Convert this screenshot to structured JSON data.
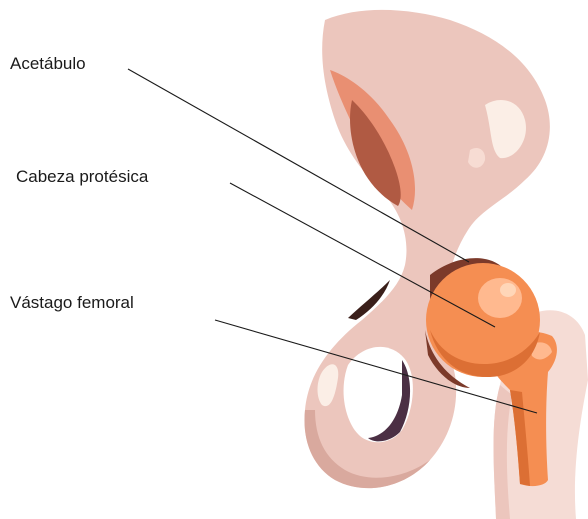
{
  "labels": {
    "acetabulum": "Acetábulo",
    "prosthetic_head": "Cabeza protésica",
    "femoral_stem": "Vástago femoral"
  },
  "colors": {
    "bone": "#ecc6bd",
    "bone_shadow": "#d9a99e",
    "bone_highlight": "#fbeee6",
    "iliac_cavity": "#b05a43",
    "iliac_cavity_light": "#e98f72",
    "implant": "#f58e52",
    "implant_shadow": "#dc6f34",
    "implant_highlight": "#ffb98f",
    "socket_dark": "#7c3a2a",
    "foramen_dark": "#4b2f44",
    "femur": "#f5dcd5",
    "leader_line": "#1a1a1a"
  }
}
